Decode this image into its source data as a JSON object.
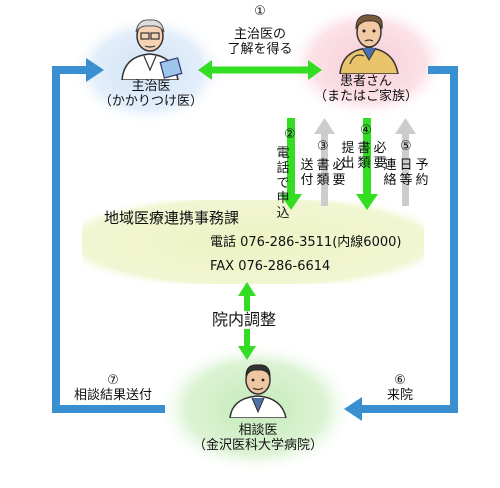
{
  "colors": {
    "blue_loop": "#3a8fd0",
    "green_arrow": "#33dd22",
    "gray_arrow": "#c8c8c8",
    "office_box": "#eef3c8",
    "doctor_glow": "#dce9f7",
    "patient_glow": "#fbdde3",
    "consult_glow": "#d6f0cf"
  },
  "nodes": {
    "primary_doctor": {
      "line1": "主治医",
      "line2": "（かかりつけ医）"
    },
    "patient": {
      "line1": "患者さん",
      "line2": "（またはご家族）"
    },
    "consultant": {
      "line1": "相談医",
      "line2": "（金沢医科大学病院）"
    }
  },
  "steps": {
    "s1": {
      "num": "①",
      "line1": "主治医の",
      "line2": "了解を得る"
    },
    "s2": {
      "num": "②",
      "text": "電話で申込"
    },
    "s3": {
      "num": "③",
      "col1": "必要",
      "col2": "書類",
      "col3": "送付"
    },
    "s4": {
      "num": "④",
      "col1": "必要",
      "col2": "書類",
      "col3": "提出"
    },
    "s5": {
      "num": "⑤",
      "col1": "予約",
      "col2": "日等",
      "col3": "連絡"
    },
    "s6": {
      "num": "⑥",
      "text": "来院"
    },
    "s7": {
      "num": "⑦",
      "text": "相談結果送付"
    }
  },
  "office": {
    "title": "地域医療連携事務課",
    "phone": "電話 076-286-3511(内線6000)",
    "fax": "FAX 076-286-6614"
  },
  "coordination": "院内調整",
  "icons": {
    "primary_doctor": "doctor-icon",
    "patient": "patient-icon",
    "consultant": "consultant-doctor-icon"
  }
}
